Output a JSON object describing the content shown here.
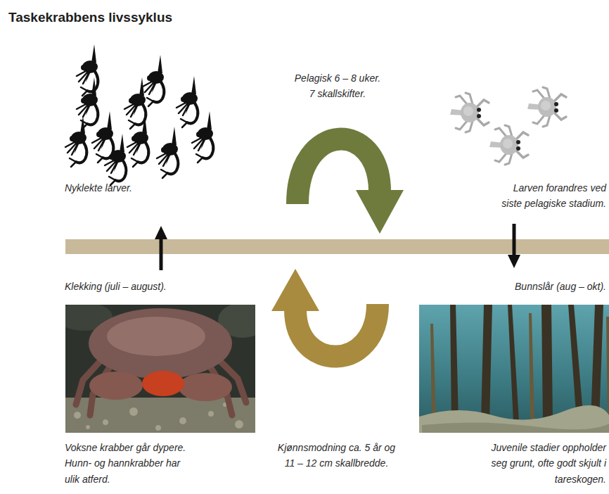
{
  "diagram": {
    "title": "Taskekrabbens livssyklus",
    "labels": [
      "Pelagisk 6 – 8 uker. 7 skallskifter.",
      "Nyklekte larver.",
      "Larven forandres ved siste pelagiske stadium.",
      "Klekking (juli – august).",
      "Bunnslår (aug – okt).",
      "Voksne krabber går dypere. Hunn- og hannkrabber har ulik atferd.",
      "Kjønnsmodning ca. 5 år og 11 – 12 cm skallbredde.",
      "Juvenile stadier oppholder seg grunt, ofte godt skjult i tareskogen."
    ]
  }
}
